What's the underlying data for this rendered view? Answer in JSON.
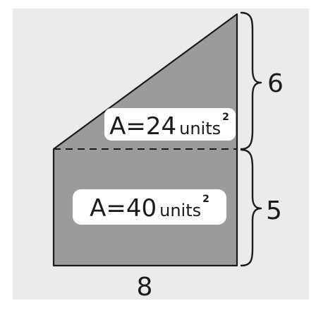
{
  "colors": {
    "page_background": "#ffffff",
    "panel_background": "#ebebeb",
    "shape_fill": "#9b9b9b",
    "outline": "#1a1a1a",
    "label_box": "#ffffff"
  },
  "triangle": {
    "area_prefix": "A=24",
    "area_unit": "units",
    "area_exponent": "2"
  },
  "rectangle": {
    "area_prefix": "A=40",
    "area_unit": "units",
    "area_exponent": "2"
  },
  "dimensions": {
    "triangle_height": "6",
    "rectangle_height": "5",
    "base_width": "8"
  }
}
